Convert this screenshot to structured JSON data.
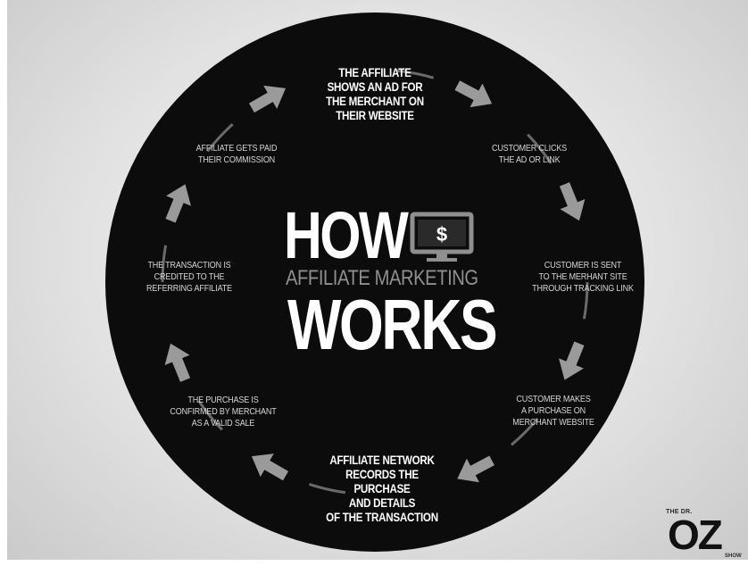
{
  "title": {
    "line1": "HOW",
    "line2": "AFFILIATE MARKETING",
    "line3": "WORKS",
    "icon": "monitor-dollar-icon",
    "icon_symbol": "$"
  },
  "steps": [
    {
      "text": "THE AFFILIATE\nSHOWS AN AD FOR\nTHE MERCHANT ON\nTHEIR WEBSITE",
      "emphasis": true
    },
    {
      "text": "CUSTOMER CLICKS\nTHE AD OR LINK",
      "emphasis": false
    },
    {
      "text": "CUSTOMER IS SENT\nTO THE MERHANT SITE\nTHROUGH TRACKING LINK",
      "emphasis": false
    },
    {
      "text": "CUSTOMER MAKES\nA PURCHASE ON\nMERCHANT WEBSITE",
      "emphasis": false
    },
    {
      "text": "AFFILIATE NETWORK\nRECORDS THE PURCHASE\nAND DETAILS\nOF THE TRANSACTION",
      "emphasis": true
    },
    {
      "text": "THE PURCHASE IS\nCONFIRMED BY MERCHANT\nAS A VALID SALE",
      "emphasis": false
    },
    {
      "text": "THE TRANSACTION IS\nCREDITED TO THE\nREFERRING AFFILIATE",
      "emphasis": false
    },
    {
      "text": "AFFILIATE GETS PAID\nTHEIR COMMISSION",
      "emphasis": false
    }
  ],
  "logo": {
    "the": "THE DR.",
    "name": "OZ",
    "show": "SHOW"
  },
  "colors": {
    "disc": "#0c0c0c",
    "arrow": "#9a9a9a",
    "label": "#d6d6d6",
    "emphasis": "#ffffff",
    "subtitle": "#8f8f8f"
  }
}
